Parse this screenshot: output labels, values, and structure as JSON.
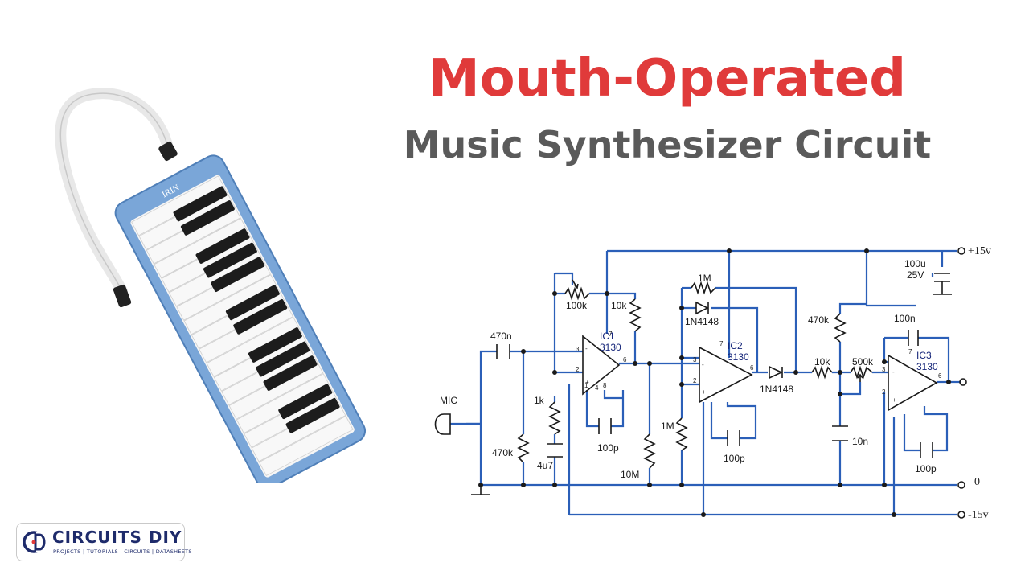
{
  "header": {
    "title": "Mouth-Operated",
    "subtitle": "Music Synthesizer Circuit"
  },
  "colors": {
    "title_red": "#e03a3a",
    "subtitle_gray": "#5a5a5a",
    "wire_blue": "#2b5fb8",
    "component_black": "#1a1a1a",
    "melodica_blue": "#7aa6d8"
  },
  "melodica": {
    "brand": "IRIN",
    "icon": "melodica-instrument"
  },
  "schematic": {
    "rails": {
      "positive": "+15v",
      "ground": "0",
      "negative": "-15v"
    },
    "mic_label": "MIC",
    "components": {
      "c_input": "470n",
      "r_input": "470k",
      "pot1": "100k",
      "r_10k_a": "10k",
      "r_1k": "1k",
      "c_4u7": "4u7",
      "c_100p_1": "100p",
      "r_10M": "10M",
      "r_1M_fb": "1M",
      "d1": "1N4148",
      "r_1M_bias": "1M",
      "c_100p_2": "100p",
      "d2": "1N4148",
      "r_10k_b": "10k",
      "r_470k_b": "470k",
      "pot2": "500k",
      "c_10n_a": "10n",
      "c_100n": "100n",
      "c_100p_3": "100p",
      "c_supply": "100u",
      "c_supply_v": "25V"
    },
    "ics": {
      "ic1": {
        "name": "IC1",
        "part": "3130"
      },
      "ic2": {
        "name": "IC2",
        "part": "3130"
      },
      "ic3": {
        "name": "IC3",
        "part": "3130"
      }
    },
    "pins": {
      "p2": "2",
      "p3": "3",
      "p4": "4",
      "p6": "6",
      "p7": "7",
      "p8": "8",
      "p1": "1",
      "minus": "-",
      "plus": "+"
    }
  },
  "logo": {
    "name": "CIRCUITS DIY",
    "tagline": "PROJECTS | TUTORIALS | CIRCUITS | DATASHEETS"
  }
}
